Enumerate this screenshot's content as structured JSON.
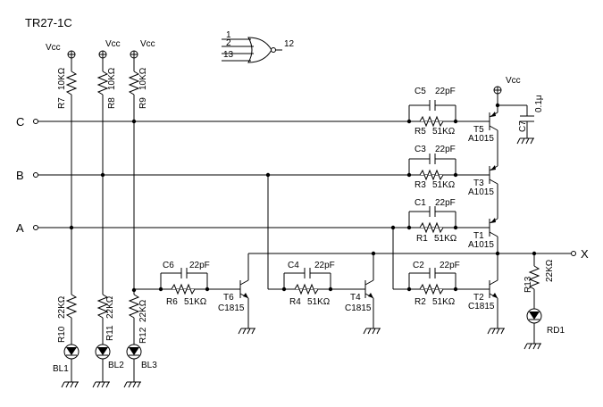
{
  "title": "TR27-1C",
  "gate": {
    "pin1": "1",
    "pin2": "2",
    "pin13": "13",
    "pin12": "12"
  },
  "inputs": {
    "c": "C",
    "b": "B",
    "a": "A"
  },
  "output": {
    "x": "X"
  },
  "vcc": "Vcc",
  "resistors": {
    "r7": "R7",
    "r8": "R8",
    "r9": "R9",
    "r10": "R10",
    "r11": "R11",
    "r12": "R12",
    "r13": "R13",
    "r1": "R1",
    "r2": "R2",
    "r3": "R3",
    "r4": "R4",
    "r5": "R5",
    "r6": "R6"
  },
  "values": {
    "r10k": "10KΩ",
    "r22k": "22KΩ",
    "r51k": "51KΩ",
    "c22p": "22pF",
    "c01u": "0.1μ"
  },
  "capacitors": {
    "c1": "C1",
    "c2": "C2",
    "c3": "C3",
    "c4": "C4",
    "c5": "C5",
    "c6": "C6",
    "c7": "C7"
  },
  "transistors": {
    "t1": "T1",
    "t2": "T2",
    "t3": "T3",
    "t4": "T4",
    "t5": "T5",
    "t6": "T6",
    "pnp": "A1015",
    "npn": "C1815"
  },
  "leds": {
    "bl1": "BL1",
    "bl2": "BL2",
    "bl3": "BL3",
    "rd1": "RD1"
  }
}
